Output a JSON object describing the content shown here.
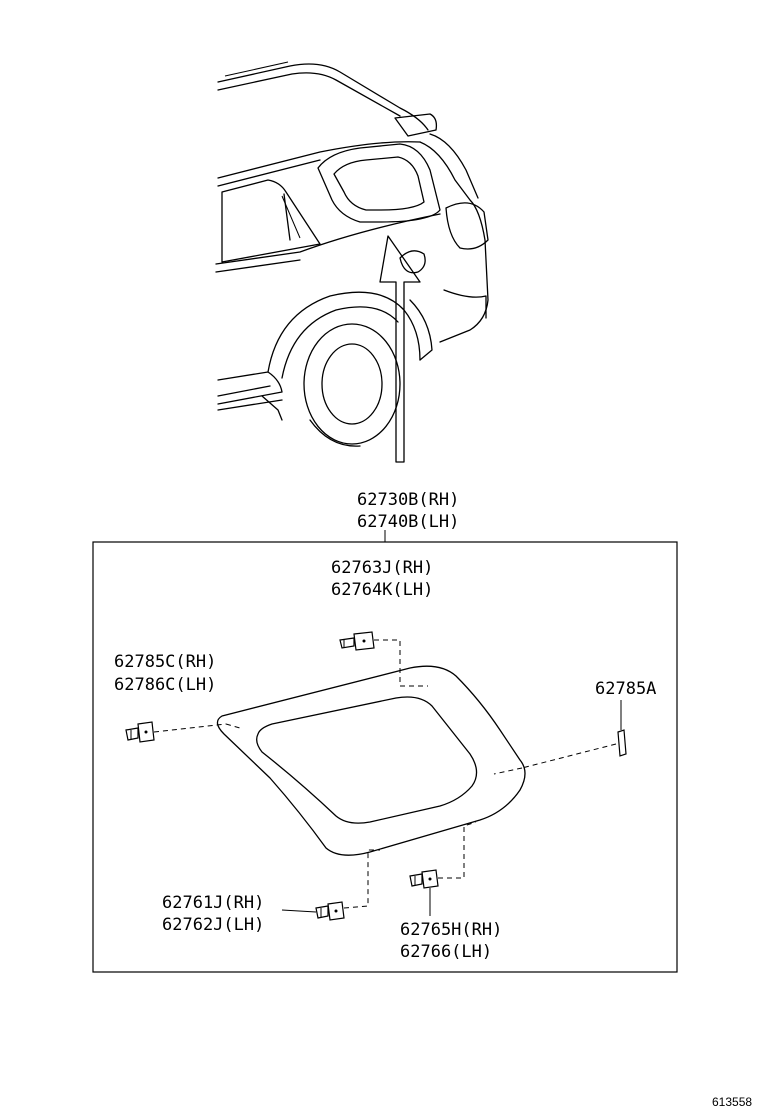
{
  "labels": {
    "panel_rh": "62730B(RH)",
    "panel_lh": "62740B(LH)",
    "top_clip_rh": "62763J(RH)",
    "top_clip_lh": "62764K(LH)",
    "left_clip_rh": "62785C(RH)",
    "left_clip_lh": "62786C(LH)",
    "right_clip": "62785A",
    "bottom_left_clip_rh": "62761J(RH)",
    "bottom_left_clip_lh": "62762J(LH)",
    "bottom_right_clip_rh": "62765H(RH)",
    "bottom_right_clip_lh": "62766(LH)"
  },
  "figure_ref": "613558"
}
